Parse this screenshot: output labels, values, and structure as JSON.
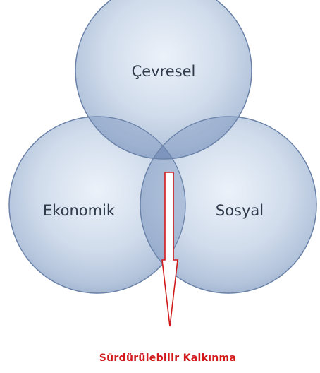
{
  "diagram": {
    "circles": [
      {
        "id": "cevresel",
        "label": "Çevresel"
      },
      {
        "id": "ekonomik",
        "label": "Ekonomik"
      },
      {
        "id": "sosyal",
        "label": "Sosyal"
      }
    ],
    "caption": "Sürdürülebilir Kalkınma",
    "colors": {
      "circle_fill": "#b9c8de",
      "circle_stroke": "#6e86ab",
      "overlap_fill": "#7f96bb",
      "pointer_stroke": "#d21a1a",
      "caption": "#d21a1a"
    }
  }
}
